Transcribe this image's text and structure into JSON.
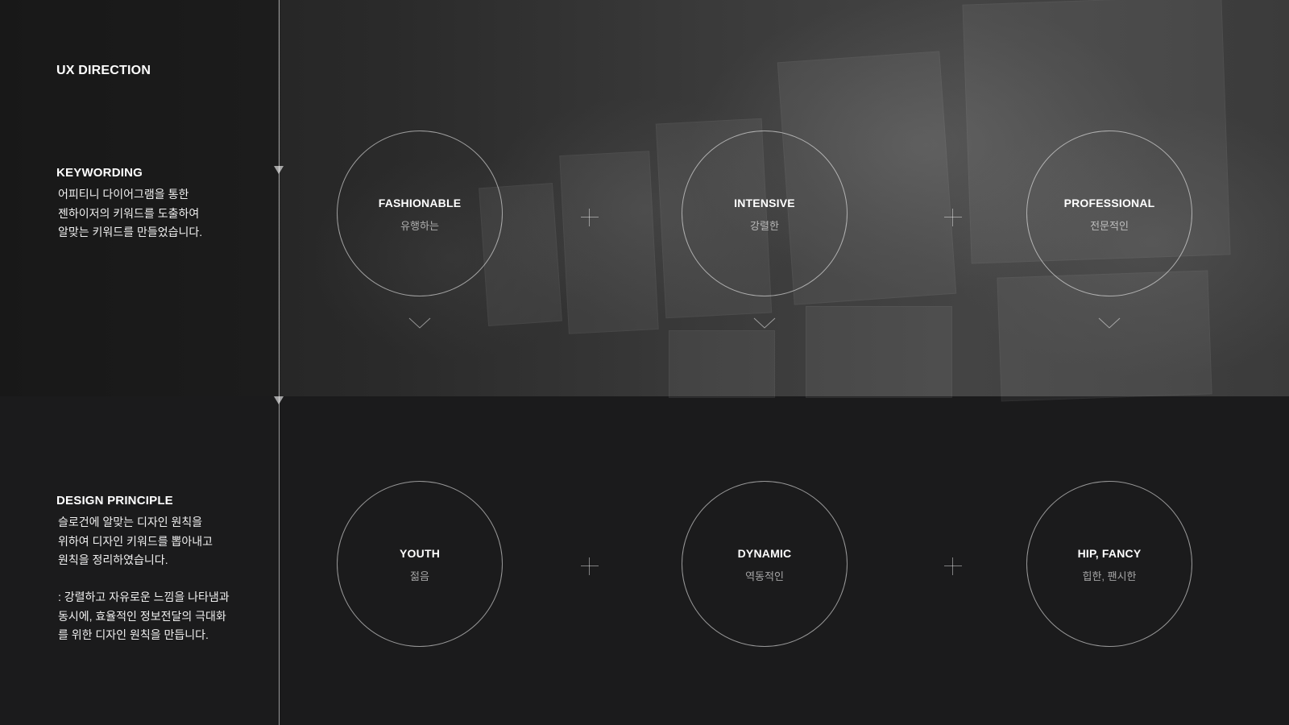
{
  "section_title": "UX DIRECTION",
  "keywording": {
    "heading": "KEYWORDING",
    "description": "어피티니 다이어그램을 통한\n젠하이저의 키워드를 도출하여\n알맞는 키워드를 만들었습니다.",
    "keywords": [
      {
        "en": "FASHIONABLE",
        "ko": "유행하는"
      },
      {
        "en": "INTENSIVE",
        "ko": "강렬한"
      },
      {
        "en": "PROFESSIONAL",
        "ko": "전문적인"
      }
    ]
  },
  "design_principle": {
    "heading": "DESIGN PRINCIPLE",
    "description": "슬로건에 알맞는 디자인 원칙을\n위하여 디자인 키워드를 뽑아내고\n원칙을 정리하였습니다.",
    "note": ": 강렬하고 자유로운 느낌을 나타냄과\n 동시에, 효율적인 정보전달의 극대화\n 를 위한 디자인 원칙을 만듭니다.",
    "principles": [
      {
        "en": "YOUTH",
        "ko": "젊음"
      },
      {
        "en": "DYNAMIC",
        "ko": "역동적인"
      },
      {
        "en": "HIP, FANCY",
        "ko": "힙한, 팬시한"
      }
    ]
  },
  "icons": {
    "connector": "plus-icon",
    "down": "chevron-down-icon",
    "marker": "triangle-marker-icon"
  }
}
